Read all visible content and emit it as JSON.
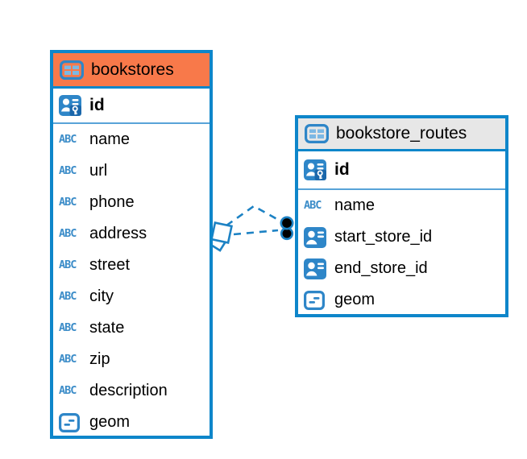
{
  "colors": {
    "canvas_bg": "#ffffff",
    "table_border": "#0e86ca",
    "bookstores_header_bg": "#f8794a",
    "routes_header_bg": "#e7e7e7",
    "row_separator": "#58a3d8",
    "icon_blue": "#2e86c8",
    "relation_line": "#1d82c4",
    "text": "#000000"
  },
  "icons": {
    "text_type_label": "ABC"
  },
  "diagram": {
    "tables": [
      {
        "name": "bookstores",
        "columns": [
          {
            "name": "id",
            "type": "primary-key"
          },
          {
            "name": "name",
            "type": "text"
          },
          {
            "name": "url",
            "type": "text"
          },
          {
            "name": "phone",
            "type": "text"
          },
          {
            "name": "address",
            "type": "text"
          },
          {
            "name": "street",
            "type": "text"
          },
          {
            "name": "city",
            "type": "text"
          },
          {
            "name": "state",
            "type": "text"
          },
          {
            "name": "zip",
            "type": "text"
          },
          {
            "name": "description",
            "type": "text"
          },
          {
            "name": "geom",
            "type": "geometry"
          }
        ]
      },
      {
        "name": "bookstore_routes",
        "columns": [
          {
            "name": "id",
            "type": "primary-key"
          },
          {
            "name": "name",
            "type": "text"
          },
          {
            "name": "start_store_id",
            "type": "foreign-key"
          },
          {
            "name": "end_store_id",
            "type": "foreign-key"
          },
          {
            "name": "geom",
            "type": "geometry"
          }
        ]
      }
    ],
    "relationships": [
      {
        "from_table": "bookstores",
        "to_table": "bookstore_routes",
        "style": "dashed",
        "from_marker": "diamond",
        "to_marker": "filled-circle"
      },
      {
        "from_table": "bookstores",
        "to_table": "bookstore_routes",
        "style": "dashed",
        "from_marker": "diamond",
        "to_marker": "filled-circle"
      }
    ]
  }
}
